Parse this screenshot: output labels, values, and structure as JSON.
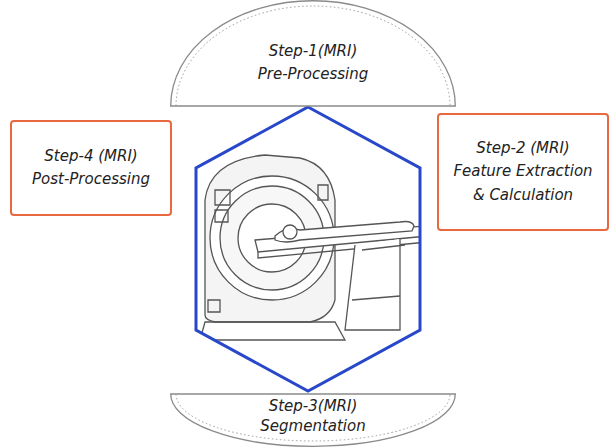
{
  "diagram": {
    "nodes": [
      {
        "text": [
          "Step-1(MRI)",
          "Pre-Processing"
        ]
      },
      {
        "text": [
          "Step-4 (MRI)",
          "Post-Processing"
        ]
      },
      {
        "text": [
          "Step-2 (MRI)",
          "Feature Extraction & Calculation"
        ]
      },
      {
        "text": [
          "Step-3(MRI)",
          "Segmentation"
        ]
      }
    ]
  }
}
